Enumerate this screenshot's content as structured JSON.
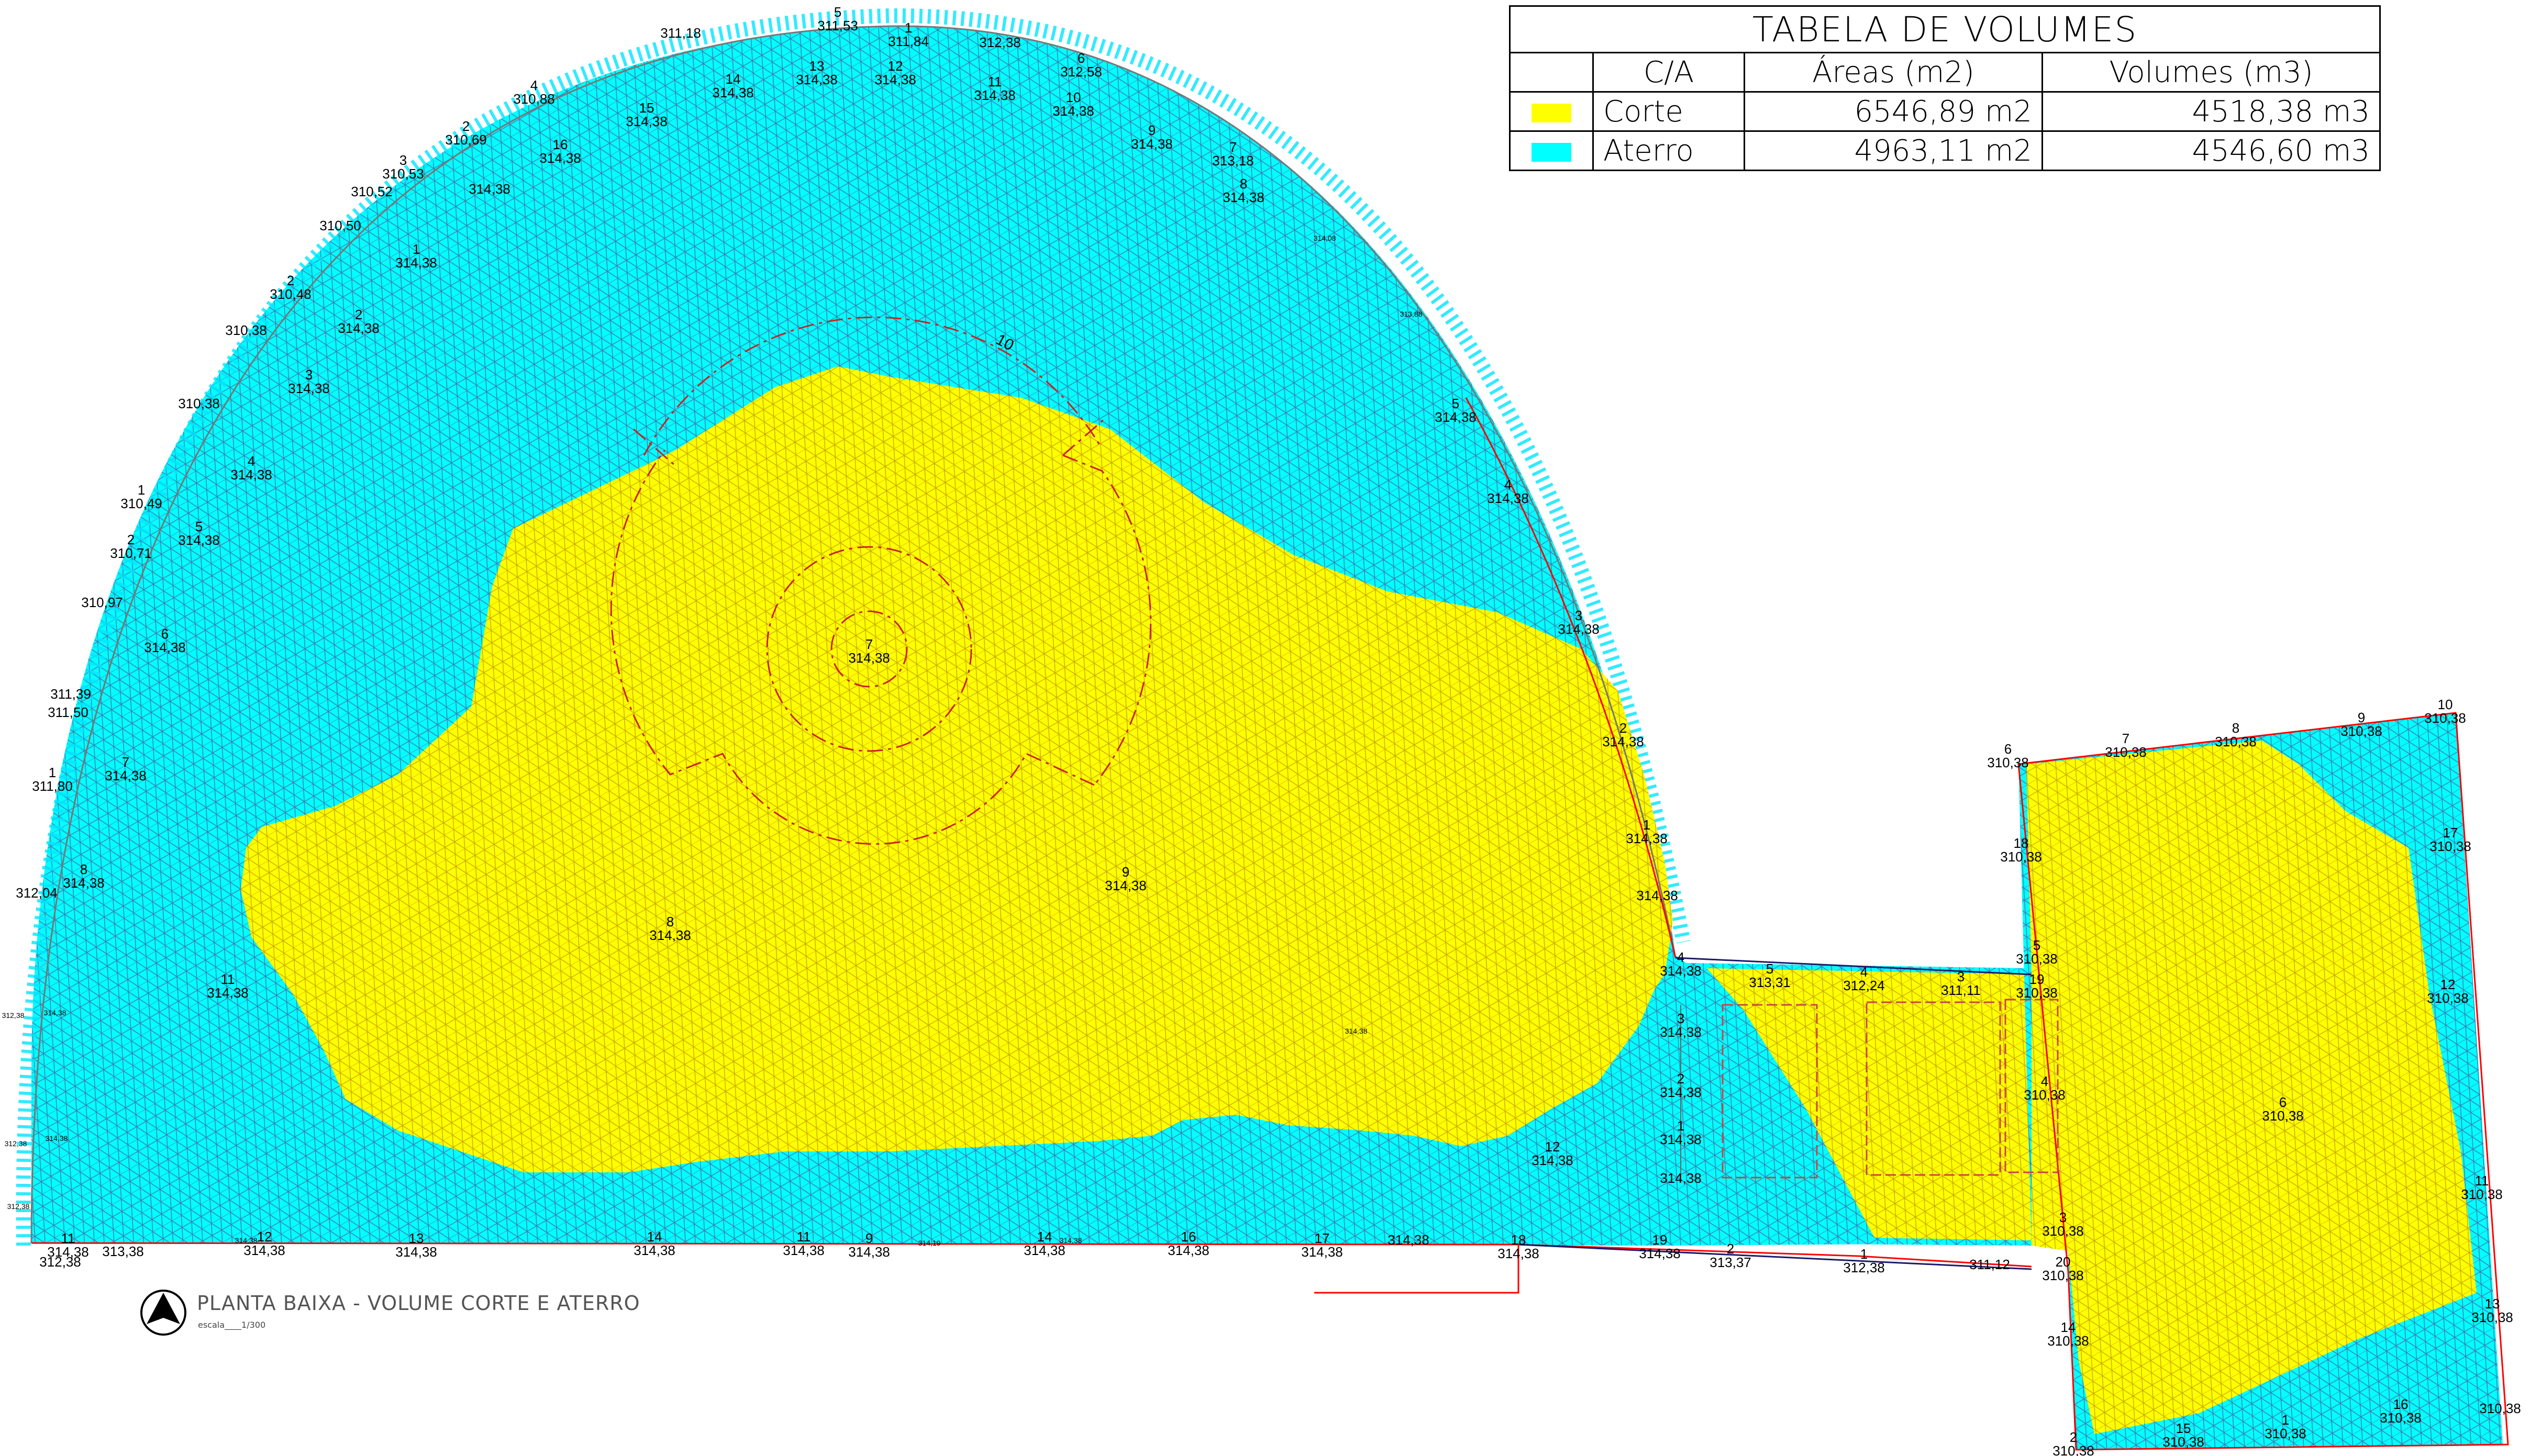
{
  "table": {
    "title": "TABELA DE VOLUMES",
    "headers": [
      "C/A",
      "Áreas (m2)",
      "Volumes (m3)"
    ],
    "rows": [
      {
        "name": "Corte",
        "area": "6546,89 m2",
        "volume": "4518,38 m3",
        "color": "#ffff00"
      },
      {
        "name": "Aterro",
        "area": "4963,11 m2",
        "volume": "4546,60 m3",
        "color": "#00ffff"
      }
    ]
  },
  "caption": {
    "title": "PLANTA BAIXA - VOLUME CORTE E ATERRO",
    "scale": "escala____1/300"
  },
  "colors": {
    "corte": "#ffff00",
    "aterro": "#00ffff",
    "hatch_corte": "#c8b400",
    "hatch_aterro": "#2a8fb8",
    "outline_red": "#ff0000",
    "outline_blue": "#1a1a6a"
  },
  "spot_labels": [
    {
      "n": "5",
      "v": "311,53"
    },
    {
      "n": "1",
      "v": "311,84"
    },
    {
      "n": "",
      "v": "311,18"
    },
    {
      "n": "",
      "v": "312,38"
    },
    {
      "n": "6",
      "v": "312,58"
    },
    {
      "n": "4",
      "v": "310,88"
    },
    {
      "n": "2",
      "v": "310,69"
    },
    {
      "n": "3",
      "v": "310,53"
    },
    {
      "n": "",
      "v": "310,52"
    },
    {
      "n": "",
      "v": "310,50"
    },
    {
      "n": "2",
      "v": "310,48"
    },
    {
      "n": "",
      "v": "310,38"
    },
    {
      "n": "",
      "v": "310,38"
    },
    {
      "n": "1",
      "v": "310,49"
    },
    {
      "n": "2",
      "v": "310,71"
    },
    {
      "n": "",
      "v": "310,97"
    },
    {
      "n": "",
      "v": "311,39"
    },
    {
      "n": "",
      "v": "311,50"
    },
    {
      "n": "1",
      "v": "311,80"
    },
    {
      "n": "",
      "v": "312,04"
    },
    {
      "n": "7",
      "v": "313,18"
    },
    {
      "n": "14",
      "v": "314,38"
    },
    {
      "n": "13",
      "v": "314,38"
    },
    {
      "n": "12",
      "v": "314,38"
    },
    {
      "n": "11",
      "v": "314,38"
    },
    {
      "n": "10",
      "v": "314,38"
    },
    {
      "n": "9",
      "v": "314,38"
    },
    {
      "n": "8",
      "v": "314,38"
    },
    {
      "n": "15",
      "v": "314,38"
    },
    {
      "n": "16",
      "v": "314,38"
    },
    {
      "n": "",
      "v": "314,38"
    },
    {
      "n": "1",
      "v": "314,38"
    },
    {
      "n": "2",
      "v": "314,38"
    },
    {
      "n": "3",
      "v": "314,38"
    },
    {
      "n": "4",
      "v": "314,38"
    },
    {
      "n": "5",
      "v": "314,38"
    },
    {
      "n": "6",
      "v": "314,38"
    },
    {
      "n": "7",
      "v": "314,38"
    },
    {
      "n": "8",
      "v": "314,38"
    },
    {
      "n": "11",
      "v": "314,38"
    },
    {
      "n": "5",
      "v": "314,38"
    },
    {
      "n": "4",
      "v": "314,38"
    },
    {
      "n": "3",
      "v": "314,38"
    },
    {
      "n": "2",
      "v": "314,38"
    },
    {
      "n": "1",
      "v": "314,38"
    },
    {
      "n": "",
      "v": "314,38"
    },
    {
      "n": "7",
      "v": "314,38"
    },
    {
      "n": "8",
      "v": "314,38"
    },
    {
      "n": "9",
      "v": "314,38"
    },
    {
      "n": "12",
      "v": "314,38"
    },
    {
      "n": "4",
      "v": "314,38"
    },
    {
      "n": "3",
      "v": "314,38"
    },
    {
      "n": "2",
      "v": "314,38"
    },
    {
      "n": "1",
      "v": "314,38"
    },
    {
      "n": "",
      "v": "314,38"
    },
    {
      "n": "11",
      "v": "314,38"
    },
    {
      "n": "12",
      "v": "314,38"
    },
    {
      "n": "13",
      "v": "314,38"
    },
    {
      "n": "14",
      "v": "314,38"
    },
    {
      "n": "11",
      "v": "314,38"
    },
    {
      "n": "9",
      "v": "314,38"
    },
    {
      "n": "14",
      "v": "314,38"
    },
    {
      "n": "16",
      "v": "314,38"
    },
    {
      "n": "17",
      "v": "314,38"
    },
    {
      "n": "",
      "v": "314,38"
    },
    {
      "n": "18",
      "v": "314,38"
    },
    {
      "n": "19",
      "v": "314,38"
    },
    {
      "n": "",
      "v": "313,38"
    },
    {
      "n": "",
      "v": "312,38"
    },
    {
      "n": "5",
      "v": "313,31"
    },
    {
      "n": "4",
      "v": "312,24"
    },
    {
      "n": "3",
      "v": "311,11"
    },
    {
      "n": "2",
      "v": "313,37"
    },
    {
      "n": "1",
      "v": "312,38"
    },
    {
      "n": "",
      "v": "311,12"
    },
    {
      "n": "6",
      "v": "310,38"
    },
    {
      "n": "7",
      "v": "310,38"
    },
    {
      "n": "8",
      "v": "310,38"
    },
    {
      "n": "9",
      "v": "310,38"
    },
    {
      "n": "10",
      "v": "310,38"
    },
    {
      "n": "18",
      "v": "310,38"
    },
    {
      "n": "17",
      "v": "310,38"
    },
    {
      "n": "5",
      "v": "310,38"
    },
    {
      "n": "19",
      "v": "310,38"
    },
    {
      "n": "12",
      "v": "310,38"
    },
    {
      "n": "4",
      "v": "310,38"
    },
    {
      "n": "6",
      "v": "310,38"
    },
    {
      "n": "11",
      "v": "310,38"
    },
    {
      "n": "3",
      "v": "310,38"
    },
    {
      "n": "20",
      "v": "310,38"
    },
    {
      "n": "14",
      "v": "310,38"
    },
    {
      "n": "13",
      "v": "310,38"
    },
    {
      "n": "2",
      "v": "310,38"
    },
    {
      "n": "15",
      "v": "310,38"
    },
    {
      "n": "1",
      "v": "310,38"
    },
    {
      "n": "16",
      "v": "310,38"
    },
    {
      "n": "",
      "v": "310,38"
    },
    {
      "n": "",
      "v": "312,38"
    },
    {
      "n": "",
      "v": "312,38"
    },
    {
      "n": "",
      "v": "312,38"
    },
    {
      "n": "",
      "v": "314,38"
    },
    {
      "n": "",
      "v": "314,38"
    },
    {
      "n": "",
      "v": "314,19"
    },
    {
      "n": "",
      "v": "314,08"
    },
    {
      "n": "",
      "v": "313,88"
    },
    {
      "n": "",
      "v": "314,38"
    },
    {
      "n": "",
      "v": "314,38"
    },
    {
      "n": "",
      "v": "314,38"
    }
  ],
  "radius_label": "10"
}
